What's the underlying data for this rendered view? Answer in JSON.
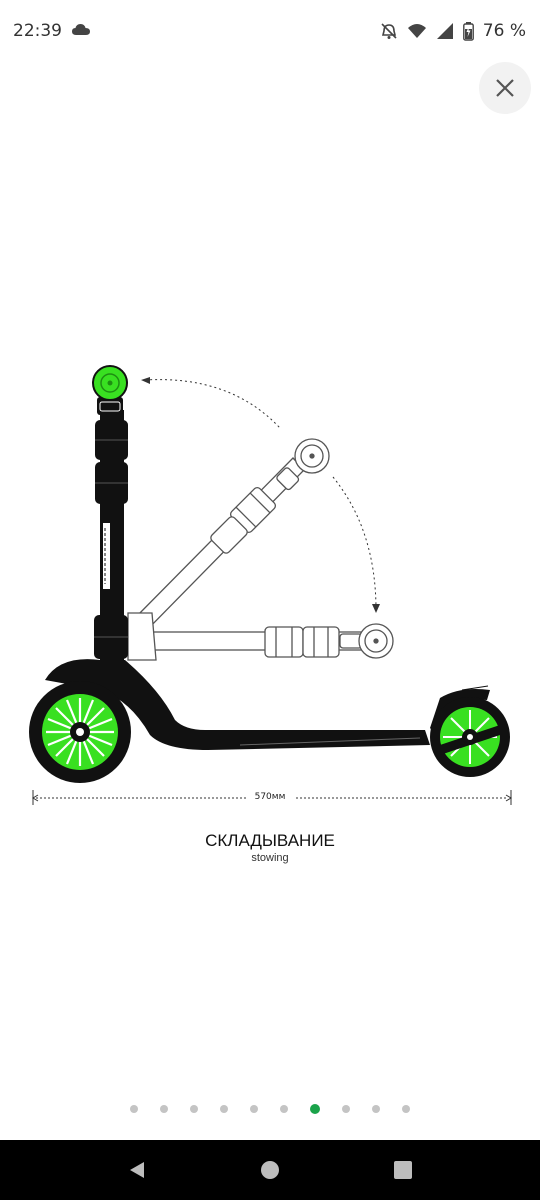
{
  "status_bar": {
    "time": "22:39",
    "battery_text": "76 %",
    "icons": [
      "cloud-icon",
      "alarm-off-icon",
      "wifi-icon",
      "signal-icon",
      "battery-charging-icon"
    ]
  },
  "viewer": {
    "close_icon": "close-icon",
    "dimension_label": "570мм",
    "caption_title": "СКЛАДЫВАНИЕ",
    "caption_subtitle": "stowing",
    "pager": {
      "total": 10,
      "active_index": 6
    },
    "accent_color": "#1aa34a",
    "wheel_color": "#39e021"
  },
  "nav_bar": {
    "icons": [
      "back-icon",
      "home-icon",
      "recents-icon"
    ]
  }
}
